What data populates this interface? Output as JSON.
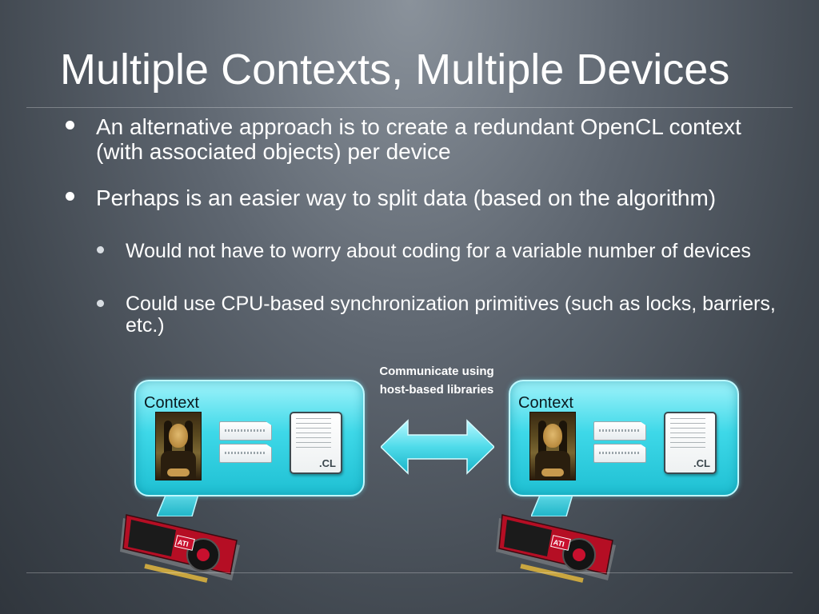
{
  "slide": {
    "title": "Multiple Contexts, Multiple Devices",
    "bullets": [
      {
        "text": "An alternative approach is to create a redundant OpenCL context (with associated objects) per device"
      },
      {
        "text": "Perhaps is an easier way to split data (based on the algorithm)"
      }
    ],
    "sub_bullets": [
      {
        "text": "Would not have to worry about coding for a variable number of devices"
      },
      {
        "text": "Could use CPU-based synchronization primitives (such as locks, barriers, etc.)"
      }
    ]
  },
  "diagram": {
    "left_context_label": "Context",
    "right_context_label": "Context",
    "program_file_ext": ".CL",
    "gpu_brand": "ATI",
    "communication_label": "Communicate using host-based libraries",
    "colors": {
      "context_box": "#3ed8e8",
      "gpu_red": "#c8102e",
      "arrow": "#6fe9f4"
    },
    "icons": [
      "mona-lisa-image-icon",
      "memory-object-icon",
      "cl-program-file-icon",
      "double-arrow-icon",
      "gpu-card-icon"
    ]
  }
}
